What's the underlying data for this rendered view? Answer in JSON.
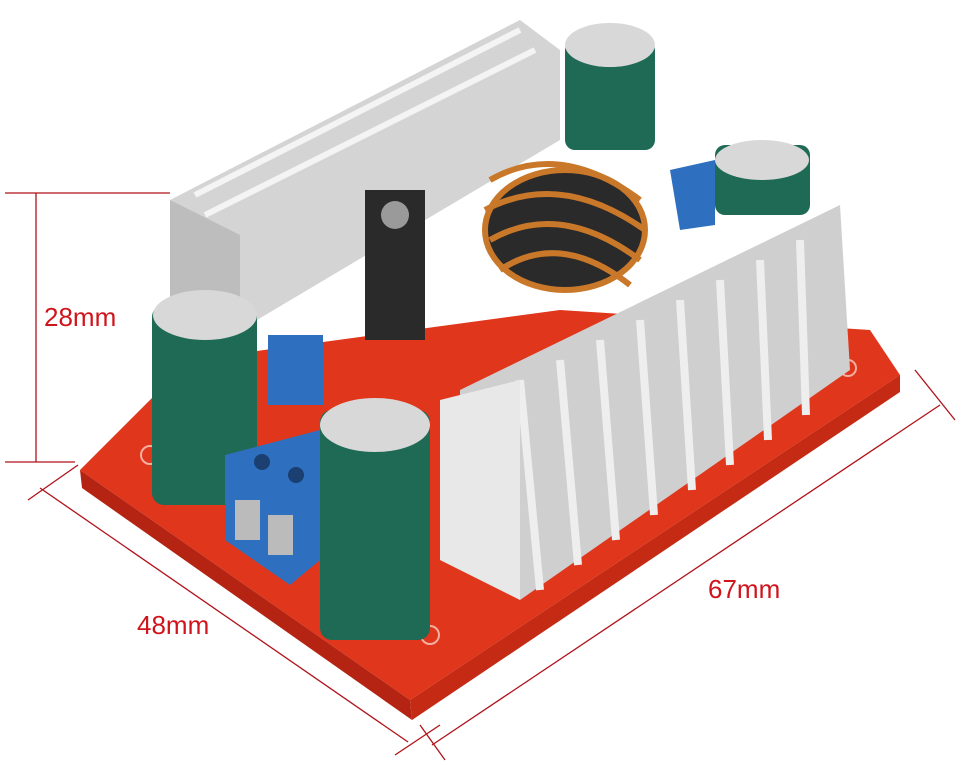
{
  "dimensions": {
    "height": "28mm",
    "width": "48mm",
    "length": "67mm"
  },
  "colors": {
    "dimension_line": "#b0121a",
    "dimension_text": "#d0141b",
    "pcb": "#e0361c",
    "heatsink": "#d8d8d8",
    "capacitor": "#1f6a55",
    "terminal": "#2f6fc0",
    "copper": "#c9782a"
  }
}
